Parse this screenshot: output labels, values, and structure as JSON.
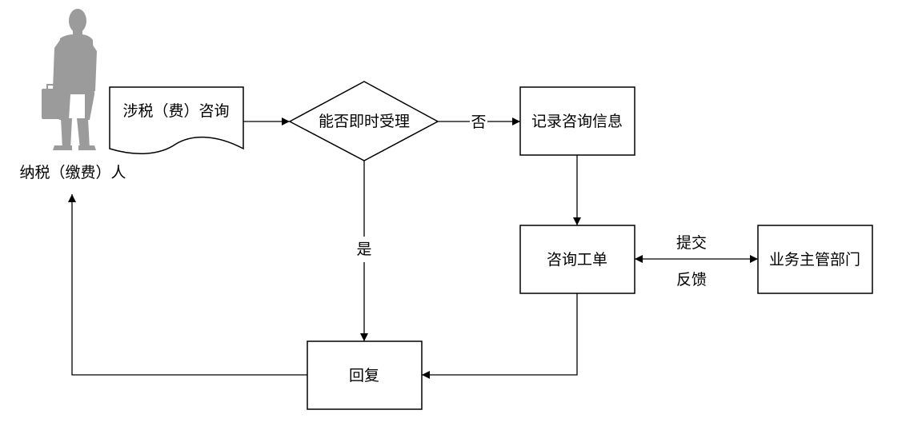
{
  "diagram": {
    "actor": {
      "label": "纳税（缴费）人",
      "icon": "businessman-icon"
    },
    "nodes": {
      "consult_doc": "涉税（费）咨询",
      "decision": "能否即时受理",
      "record": "记录咨询信息",
      "ticket": "咨询工单",
      "dept": "业务主管部门",
      "reply": "回复"
    },
    "edges": {
      "no": "否",
      "yes": "是",
      "submit": "提交",
      "feedback": "反馈"
    }
  }
}
